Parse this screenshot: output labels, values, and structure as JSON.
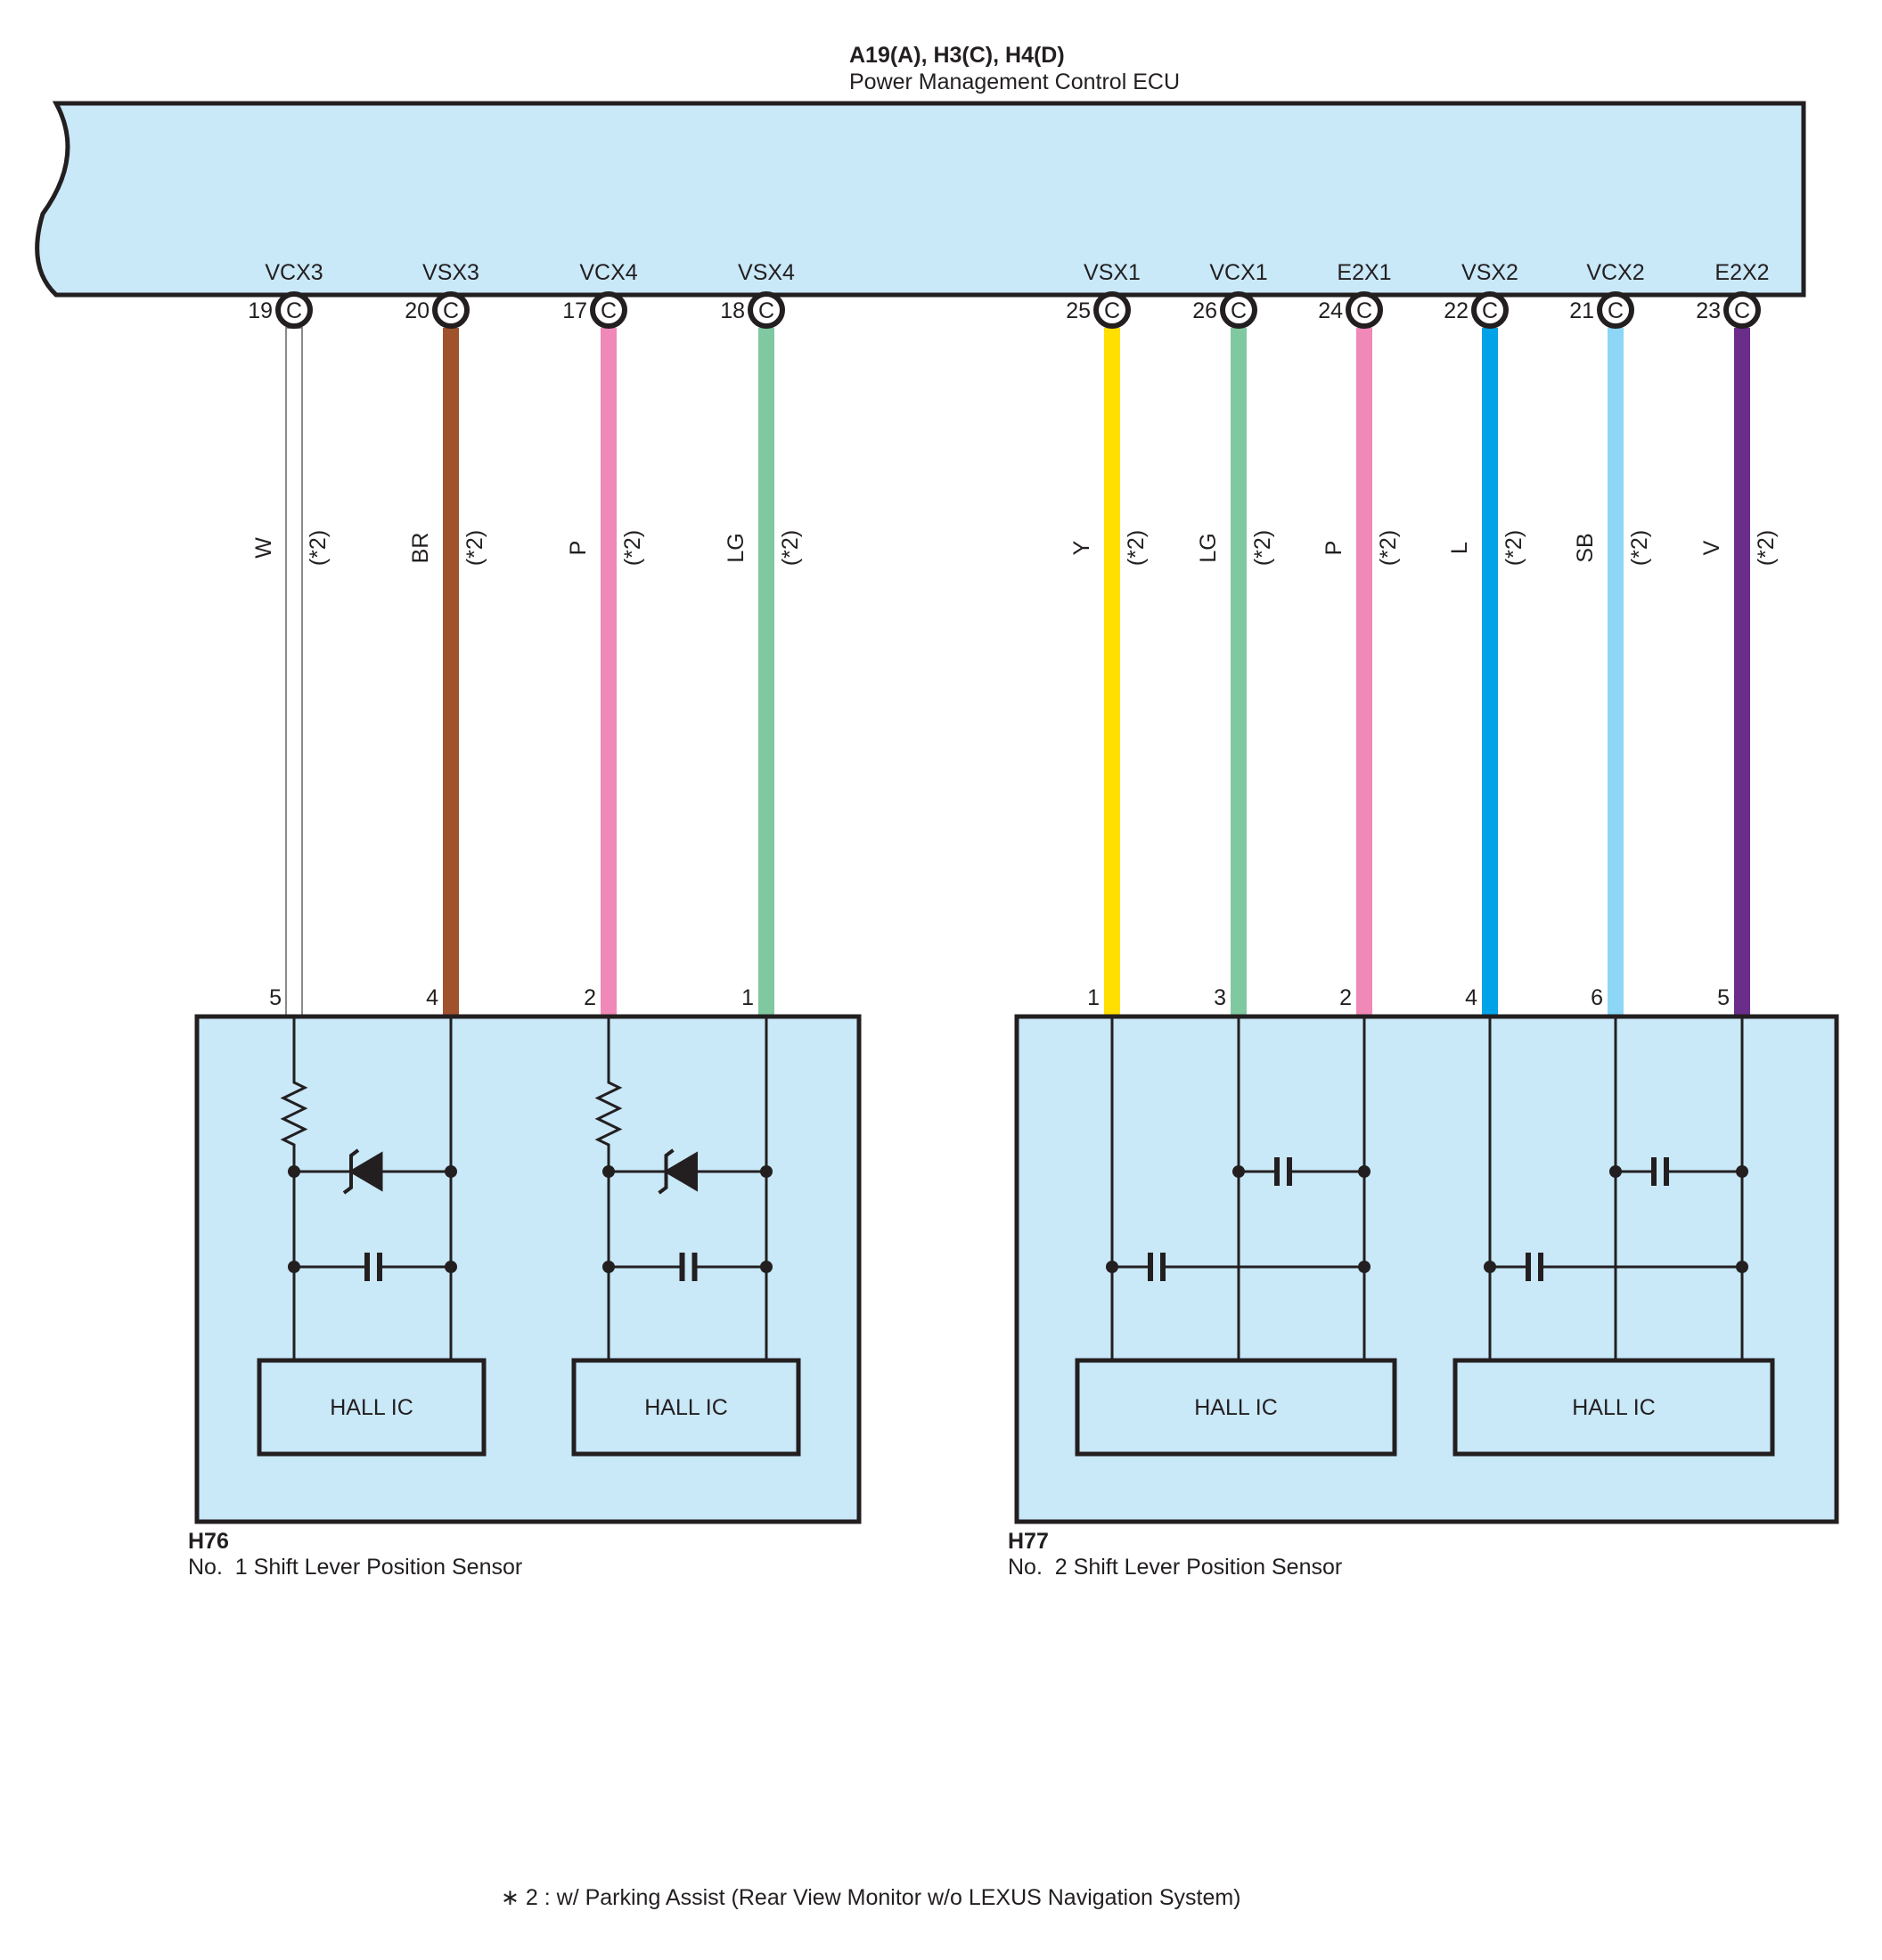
{
  "ecu": {
    "connectors": "A19(A), H3(C), H4(D)",
    "name": "Power Management Control ECU",
    "fill_color": "#c9e8f8"
  },
  "ecu_pins": [
    {
      "signal": "VCX3",
      "pin": "19",
      "conn": "C",
      "wire_color_code": "W",
      "note": "(*2)",
      "wire_color": "#ffffff",
      "sensor_pin": "5"
    },
    {
      "signal": "VSX3",
      "pin": "20",
      "conn": "C",
      "wire_color_code": "BR",
      "note": "(*2)",
      "wire_color": "#a0522d",
      "sensor_pin": "4"
    },
    {
      "signal": "VCX4",
      "pin": "17",
      "conn": "C",
      "wire_color_code": "P",
      "note": "(*2)",
      "wire_color": "#f088b8",
      "sensor_pin": "2"
    },
    {
      "signal": "VSX4",
      "pin": "18",
      "conn": "C",
      "wire_color_code": "LG",
      "note": "(*2)",
      "wire_color": "#7fc8a0",
      "sensor_pin": "1"
    },
    {
      "signal": "VSX1",
      "pin": "25",
      "conn": "C",
      "wire_color_code": "Y",
      "note": "(*2)",
      "wire_color": "#ffdf00",
      "sensor_pin": "1"
    },
    {
      "signal": "VCX1",
      "pin": "26",
      "conn": "C",
      "wire_color_code": "LG",
      "note": "(*2)",
      "wire_color": "#7fc8a0",
      "sensor_pin": "3"
    },
    {
      "signal": "E2X1",
      "pin": "24",
      "conn": "C",
      "wire_color_code": "P",
      "note": "(*2)",
      "wire_color": "#f088b8",
      "sensor_pin": "2"
    },
    {
      "signal": "VSX2",
      "pin": "22",
      "conn": "C",
      "wire_color_code": "L",
      "note": "(*2)",
      "wire_color": "#00a3e8",
      "sensor_pin": "4"
    },
    {
      "signal": "VCX2",
      "pin": "21",
      "conn": "C",
      "wire_color_code": "SB",
      "note": "(*2)",
      "wire_color": "#8dd6f5",
      "sensor_pin": "6"
    },
    {
      "signal": "E2X2",
      "pin": "23",
      "conn": "C",
      "wire_color_code": "V",
      "note": "(*2)",
      "wire_color": "#6a2d8a",
      "sensor_pin": "5"
    }
  ],
  "sensors": [
    {
      "id": "H76",
      "name": "No.  1 Shift Lever Position Sensor",
      "terminals": [
        "VCX3",
        "VSX3",
        "VCX4",
        "VSX4"
      ],
      "hall_ic_labels": [
        "HALL IC",
        "HALL IC"
      ]
    },
    {
      "id": "H77",
      "name": "No.  2 Shift Lever Position Sensor",
      "terminals": [
        "VSX1",
        "VCX1",
        "E2X1",
        "VSX2",
        "VCX2",
        "E2X2"
      ],
      "hall_ic_labels": [
        "HALL IC",
        "HALL IC"
      ]
    }
  ],
  "footnote": "∗ 2 : w/ Parking Assist (Rear View Monitor w/o LEXUS Navigation System)"
}
